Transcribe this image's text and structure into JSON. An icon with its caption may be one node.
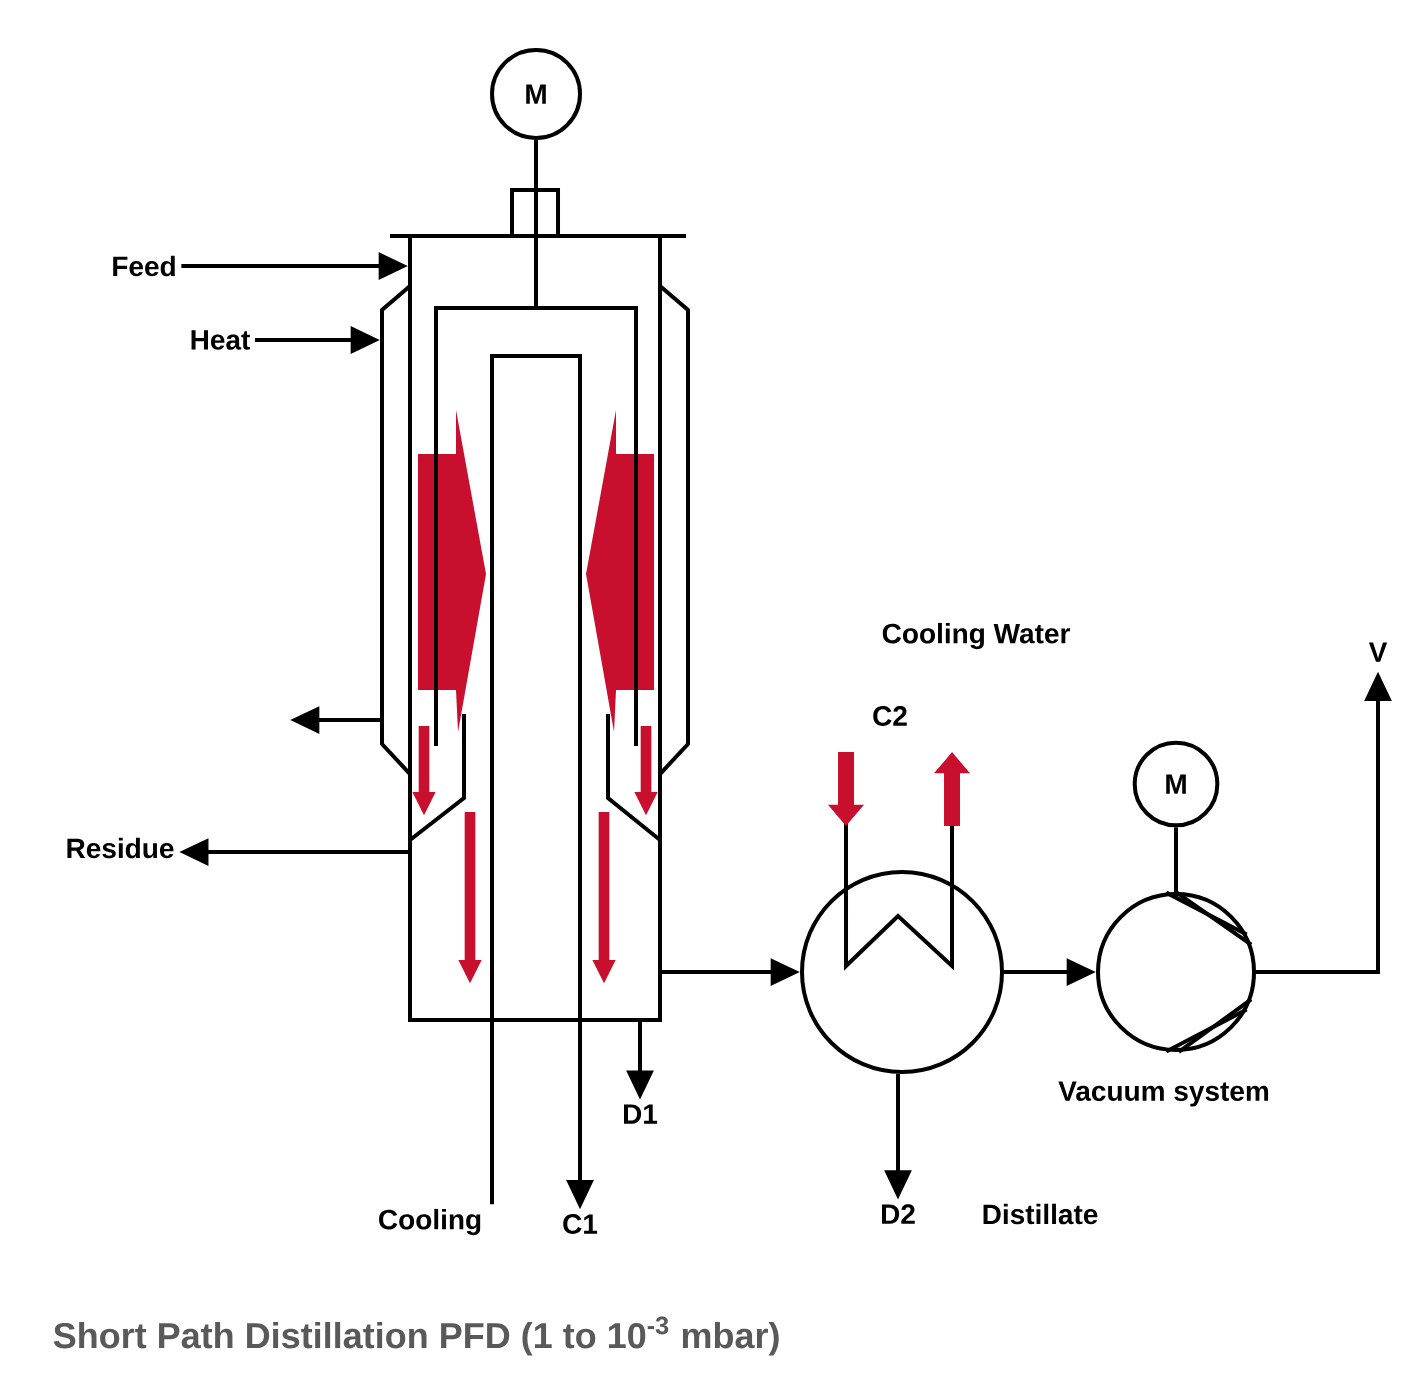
{
  "diagram": {
    "caption": "Short Path Distillation PFD (1 to 10$^{-3}$ mbar)",
    "nodes": [
      {
        "text": [
          "M"
        ]
      },
      {
        "text": [],
        "shape": "box"
      },
      {
        "text": [
          "Feed"
        ]
      },
      {
        "text": [
          "Heat"
        ]
      },
      {
        "text": [
          "Residue"
        ]
      },
      {
        "text": [
          "Cooling"
        ]
      },
      {
        "text": [
          "C1"
        ]
      },
      {
        "text": [
          "D1"
        ]
      },
      {
        "text": [],
        "shape": "circle"
      },
      {
        "text": [
          "D2"
        ],
        "beside": [
          "Distillate"
        ]
      },
      {
        "text": [
          "M"
        ]
      },
      {
        "text": [],
        "shape": "circle",
        "beside": [
          "Vacuum system"
        ]
      },
      {
        "text": [
          "V"
        ]
      }
    ],
    "edges": [
      {
        "from": 0,
        "to": 1,
        "arrow": "none"
      },
      {
        "from": 2,
        "to": 1,
        "arrow": "to"
      },
      {
        "from": 3,
        "to": 1,
        "arrow": "to"
      },
      {
        "from": 1,
        "to": null,
        "arrow": "to"
      },
      {
        "from": 1,
        "to": 4,
        "arrow": "to"
      },
      {
        "from": 1,
        "to": 5,
        "arrow": "none"
      },
      {
        "from": 1,
        "to": 6,
        "arrow": "to"
      },
      {
        "from": 1,
        "to": 7,
        "arrow": "to"
      },
      {
        "from": 1,
        "to": 8,
        "arrow": "to"
      },
      {
        "from": 8,
        "to": 9,
        "arrow": "to"
      },
      {
        "from": 8,
        "to": 11,
        "arrow": "to"
      },
      {
        "from": 10,
        "to": 11,
        "arrow": "none"
      },
      {
        "from": 11,
        "to": 12,
        "arrow": "to"
      }
    ],
    "labels": [
      "Cooling Water",
      "C2"
    ]
  }
}
